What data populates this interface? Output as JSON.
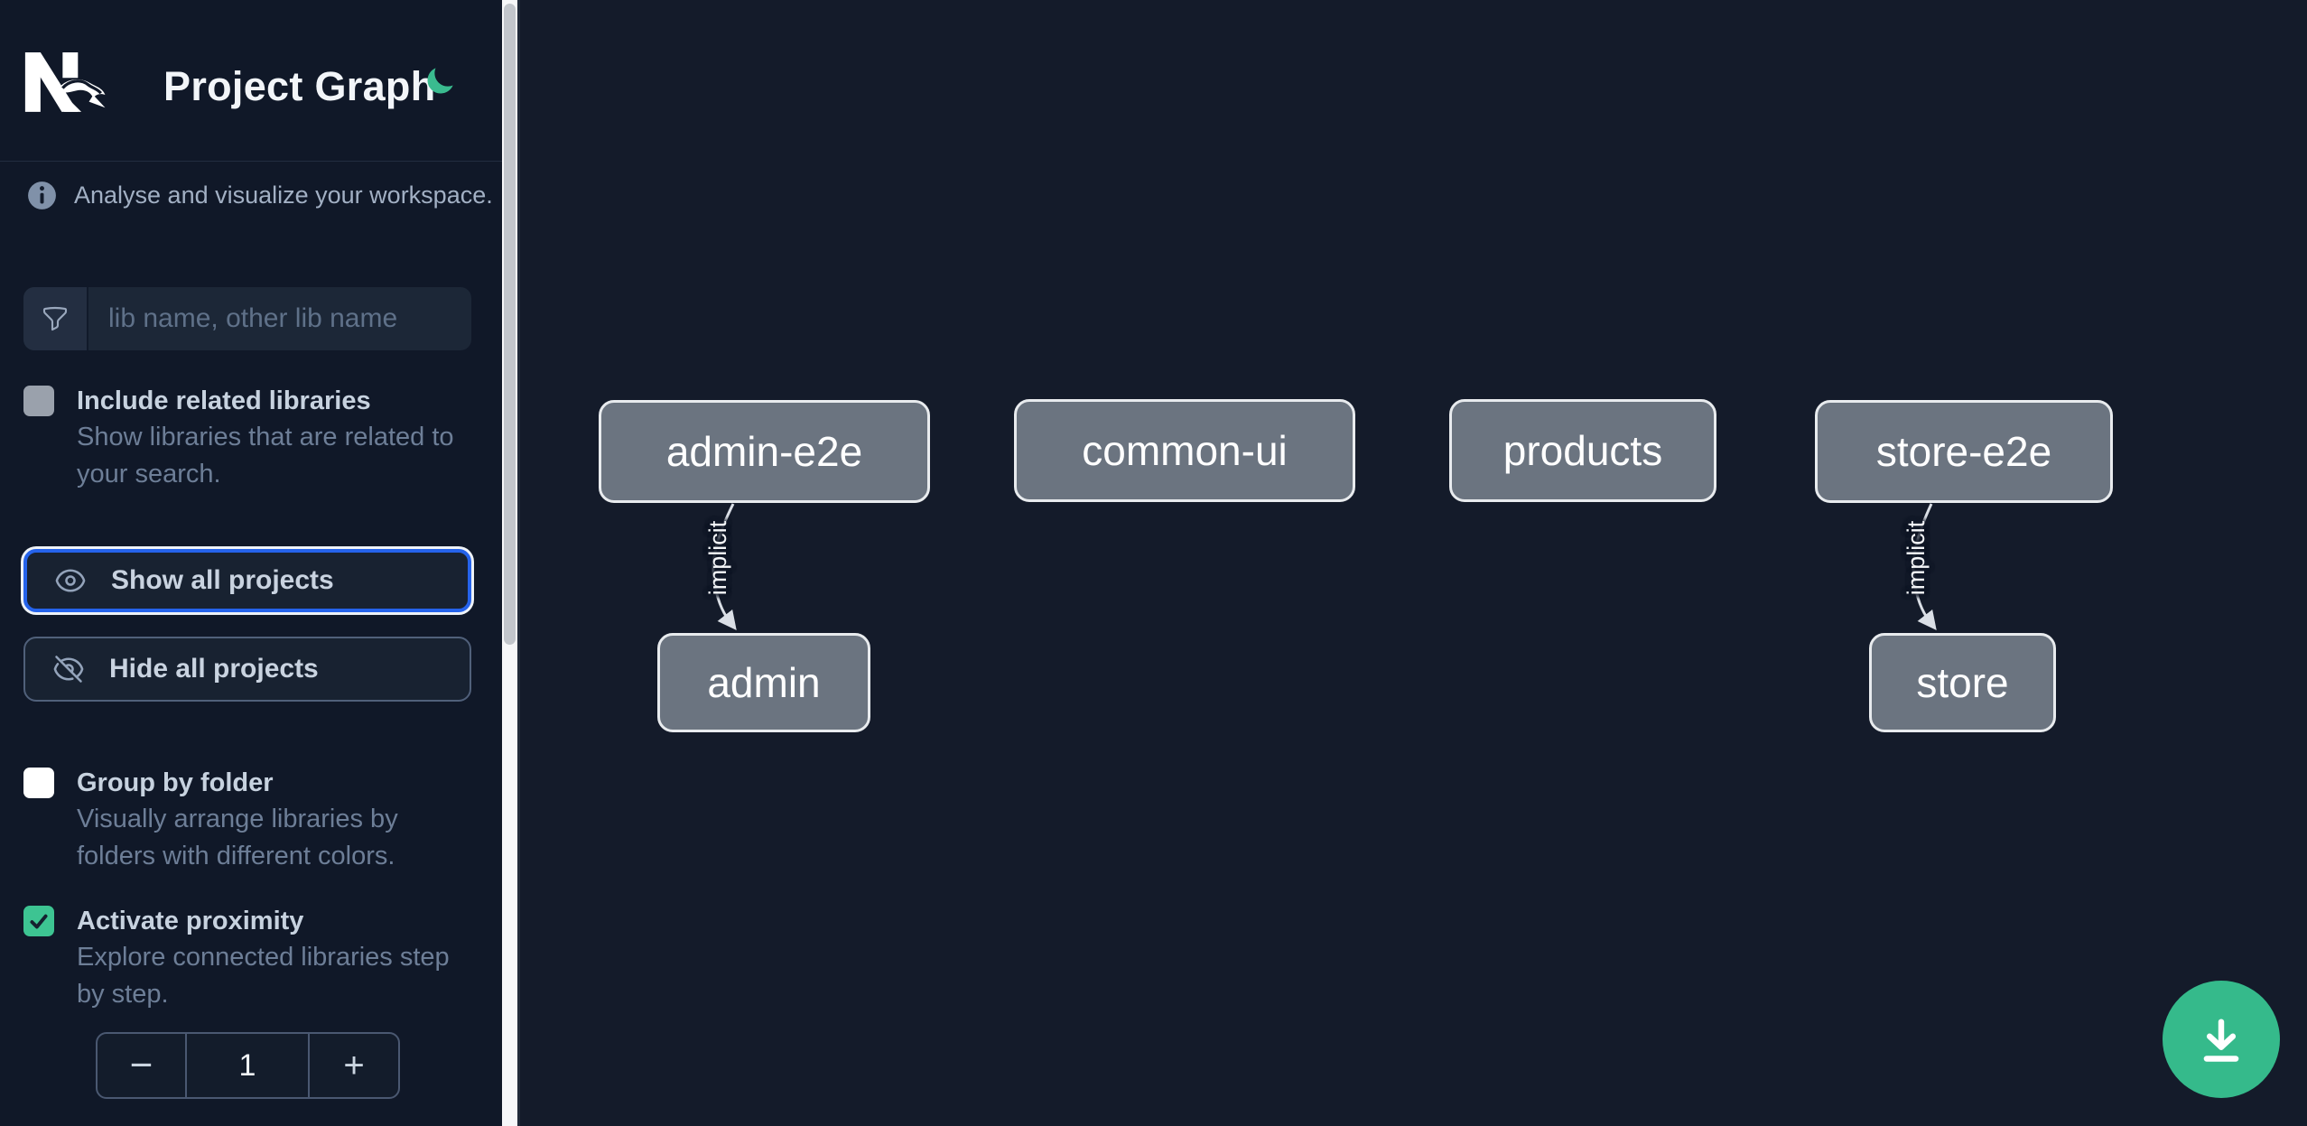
{
  "header": {
    "app_name": "Nx",
    "title": "Project Graph"
  },
  "sidebar": {
    "tagline": "Analyse and visualize your workspace.",
    "filter": {
      "placeholder": "lib name, other lib name",
      "value": ""
    },
    "options": [
      {
        "label": "Include related libraries",
        "description": "Show libraries that are related to your search.",
        "checked": false,
        "disabled": true
      },
      {
        "label": "Group by folder",
        "description": "Visually arrange libraries by folders with different colors.",
        "checked": false,
        "disabled": false
      },
      {
        "label": "Activate proximity",
        "description": "Explore connected libraries step by step.",
        "checked": true,
        "disabled": false
      }
    ],
    "actions": [
      {
        "label": "Show all projects",
        "icon": "eye-icon",
        "focused": true
      },
      {
        "label": "Hide all projects",
        "icon": "eye-slash-icon",
        "focused": false
      }
    ],
    "proximity_stepper": {
      "decrease_label": "−",
      "value": "1",
      "increase_label": "+"
    }
  },
  "graph": {
    "nodes": [
      {
        "label": "admin-e2e"
      },
      {
        "label": "common-ui"
      },
      {
        "label": "products"
      },
      {
        "label": "store-e2e"
      },
      {
        "label": "admin"
      },
      {
        "label": "store"
      }
    ],
    "edges": [
      {
        "source": "admin-e2e",
        "target": "admin",
        "label": "implicit"
      },
      {
        "source": "store-e2e",
        "target": "store",
        "label": "implicit"
      }
    ]
  },
  "fab": {
    "action": "download-graph-image",
    "icon": "download-icon"
  },
  "colors": {
    "accent_green": "#35ba8b",
    "checkbox_green": "#3dc492",
    "focus_ring_blue": "#2563eb",
    "node_fill": "#6b7480",
    "node_border": "#e8ebee",
    "sidebar_bg": "#101828",
    "canvas_bg": "#141b2a"
  }
}
